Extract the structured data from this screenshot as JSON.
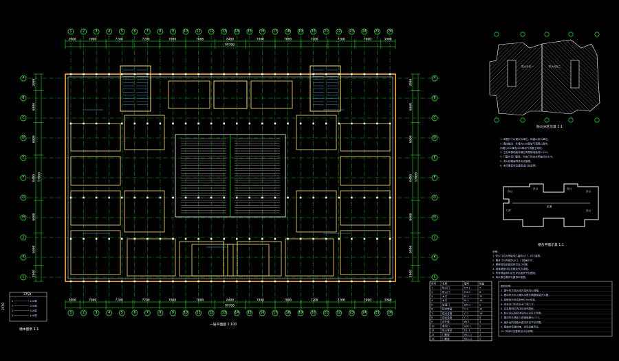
{
  "colors": {
    "background": "#000000",
    "grid_line": "#2bff2b",
    "dimension": "#39ff39",
    "wall": "#ffb347",
    "interior": "#ffe082",
    "text": "#ffffff",
    "annotation": "#4fc3f7",
    "hatch": "#c0c0c0"
  },
  "top_dimensions": [
    "3900",
    "7000",
    "7200",
    "7200",
    "7000",
    "7800",
    "8400",
    "7800",
    "7000",
    "7200",
    "7200",
    "7000",
    "3900"
  ],
  "top_total": "99700",
  "bottom_dimensions": [
    "3900",
    "7000",
    "7200",
    "7200",
    "7000",
    "7800",
    "8400",
    "7800",
    "7000",
    "7200",
    "7200",
    "7000",
    "3900"
  ],
  "bottom_total": "99700",
  "left_dimensions": [
    "3000",
    "6000",
    "6000",
    "8400",
    "6000",
    "6000",
    "3000"
  ],
  "left_total": "57000",
  "right_dimensions": [
    "3000",
    "6000",
    "6000",
    "8400",
    "6000",
    "6000",
    "3000"
  ],
  "right_total": "57000",
  "column_ids": [
    "1",
    "2",
    "3",
    "4",
    "5",
    "6",
    "7",
    "8",
    "9",
    "10",
    "11",
    "12",
    "13",
    "14",
    "15",
    "16",
    "17",
    "18",
    "19",
    "20",
    "21",
    "22",
    "23",
    "24",
    "25",
    "26"
  ],
  "row_ids": [
    "A",
    "B",
    "C",
    "D",
    "E",
    "F",
    "G",
    "H",
    "J",
    "K",
    "L"
  ],
  "main_caption": "一层平面图  1:100",
  "legend": {
    "title": "3750",
    "side": "2550",
    "rows": [
      "1  ──────────  200厚",
      "2  ──────────  200厚",
      "3  ──────────  100厚",
      "4  ──────────  100厚"
    ],
    "caption": "墙体图例  1:1"
  },
  "fire_zone_caption": "防火分区示意  1:1",
  "fire_zone_labels": [
    "防火分区一",
    "防火分区二"
  ],
  "key_plan_caption": "组合平面示意  1:1",
  "key_plan_labels": [
    "办公",
    "办公",
    "办公",
    "办公",
    "走道",
    "门厅",
    "办公"
  ],
  "notes_upper": [
    "1. 本图尺寸以毫米为单位，标高以米为单位。",
    "2. 墙体做法：外墙为200厚加气混凝土砌块，",
    "   内墙为200厚及100厚加气混凝土砌块。",
    "3. 卫生间楼地面标高比同层楼地面低0.020。",
    "4. 门窗详见门窗表，所有门垛未注明者均为100。",
    "5. 消火栓箱留洞详见设施图。",
    "6. 未尽事宜详见建筑设计总说明。"
  ],
  "notes_lower": [
    "说明：",
    "1. 防火门均为甲级或乙级防火门，详门窗表。",
    "2. 管井门为丙级防火门，门槛高300。",
    "3. 楼梯间及前室墙体均为200厚。",
    "4. 坡道坡度详见总图及节点详图。",
    "5. 所有预留洞口定位详见相关专业图纸。",
    "6. 雨水管位置详见屋顶平面图。"
  ],
  "table": {
    "headers": [
      "序号",
      "名称",
      "编号",
      "数量"
    ],
    "rows": [
      [
        "1",
        "防火门",
        "FM-1",
        "4"
      ],
      [
        "2",
        "防火门",
        "FM-2",
        "6"
      ],
      [
        "3",
        "木门",
        "M-1",
        "12"
      ],
      [
        "4",
        "木门",
        "M-2",
        "18"
      ],
      [
        "5",
        "玻璃门",
        "BM-1",
        "2"
      ],
      [
        "6",
        "铝合金窗",
        "C-1",
        "24"
      ],
      [
        "7",
        "铝合金窗",
        "C-2",
        "16"
      ],
      [
        "8",
        "铝合金窗",
        "C-3",
        "8"
      ],
      [
        "9",
        "百叶窗",
        "BY-1",
        "4"
      ],
      [
        "10",
        "卷帘门",
        "JLM-1",
        "2"
      ],
      [
        "11",
        "防火卷帘",
        "FJL-1",
        "2"
      ],
      [
        "12",
        "门联窗",
        "MLC-1",
        "2"
      ],
      [
        "13",
        "门联窗",
        "MLC-2",
        "2"
      ]
    ]
  },
  "notes_block_right": [
    "图例说明",
    "1. 图中所示消火栓为室内消火栓箱。",
    "2. 图中所示灭火器为手提式磷酸铵盐灭火器。",
    "3. 疏散指示标志距地0.5m安装。",
    "4. 安全出口标志设于门洞上方。",
    "5. 应急照明灯具详见电气图纸。",
    "6. 防火分区面积详见防火分区示意图。",
    "7. 图中所示残疾人坡道坡度为1:12。",
    "8. 室外台阶及散水做法详见节点详图。",
    "9. 管道井每层封堵，详见设备专业。",
    "10. 其余详见建筑设计总说明。"
  ]
}
